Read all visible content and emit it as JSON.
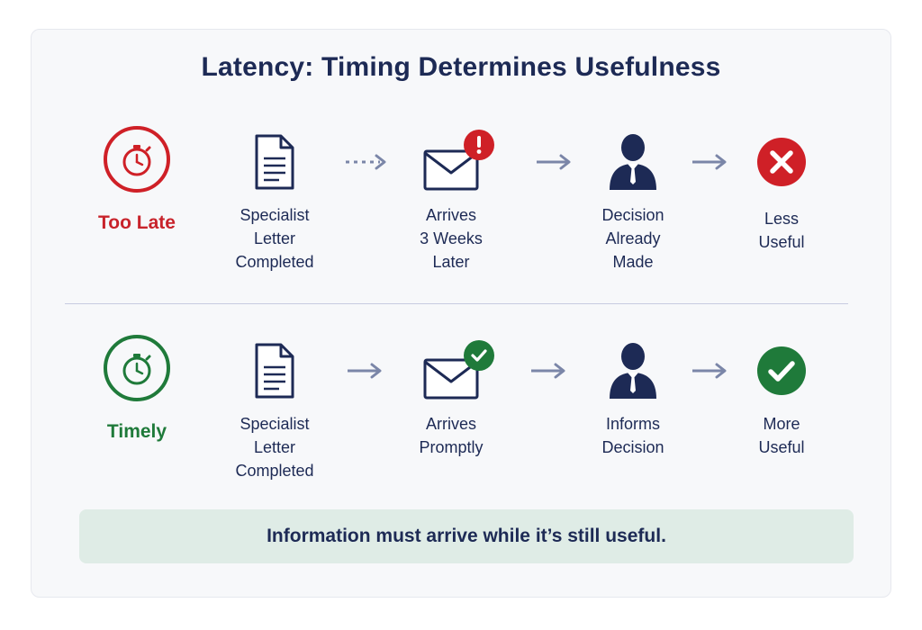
{
  "title": "Latency: Timing Determines Usefulness",
  "colors": {
    "late_red": "#cf2027",
    "timely_green": "#1f7a3a",
    "navy": "#1d2a55",
    "banner_bg": "#dfece6"
  },
  "rows": {
    "late": {
      "status_label": "Too Late",
      "status_icon": "stopwatch-icon",
      "steps": [
        {
          "label": "Specialist\nLetter\nCompleted",
          "icon": "document-icon"
        },
        {
          "label": "Arrives\n3 Weeks\nLater",
          "icon": "envelope-icon",
          "badge": "exclamation-badge-icon"
        },
        {
          "label": "Decision\nAlready\nMade",
          "icon": "person-icon"
        },
        {
          "label": "Less\nUseful",
          "icon": "x-circle-icon"
        }
      ]
    },
    "timely": {
      "status_label": "Timely",
      "status_icon": "stopwatch-icon",
      "steps": [
        {
          "label": "Specialist\nLetter\nCompleted",
          "icon": "document-icon"
        },
        {
          "label": "Arrives\nPromptly",
          "icon": "envelope-icon",
          "badge": "check-badge-icon"
        },
        {
          "label": "Informs\nDecision",
          "icon": "person-icon"
        },
        {
          "label": "More\nUseful",
          "icon": "check-circle-icon"
        }
      ]
    }
  },
  "banner": "Information must arrive while it’s still useful."
}
